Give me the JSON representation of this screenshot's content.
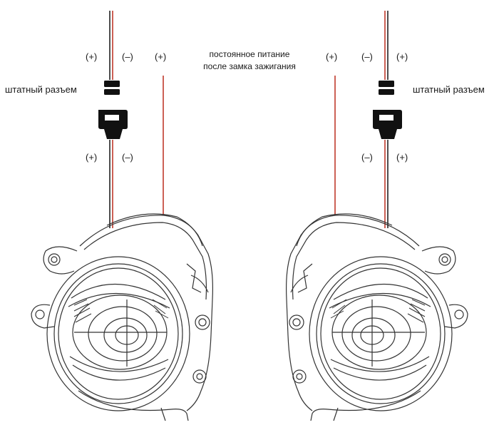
{
  "labels": {
    "connector": "штатный разъем",
    "plus": "(+)",
    "minus": "(–)",
    "power_line1": "постоянное питание",
    "power_line2": "после замка зажигания"
  },
  "colors": {
    "wire_red": "#c0392b",
    "wire_black": "#222222",
    "line": "#333333"
  }
}
